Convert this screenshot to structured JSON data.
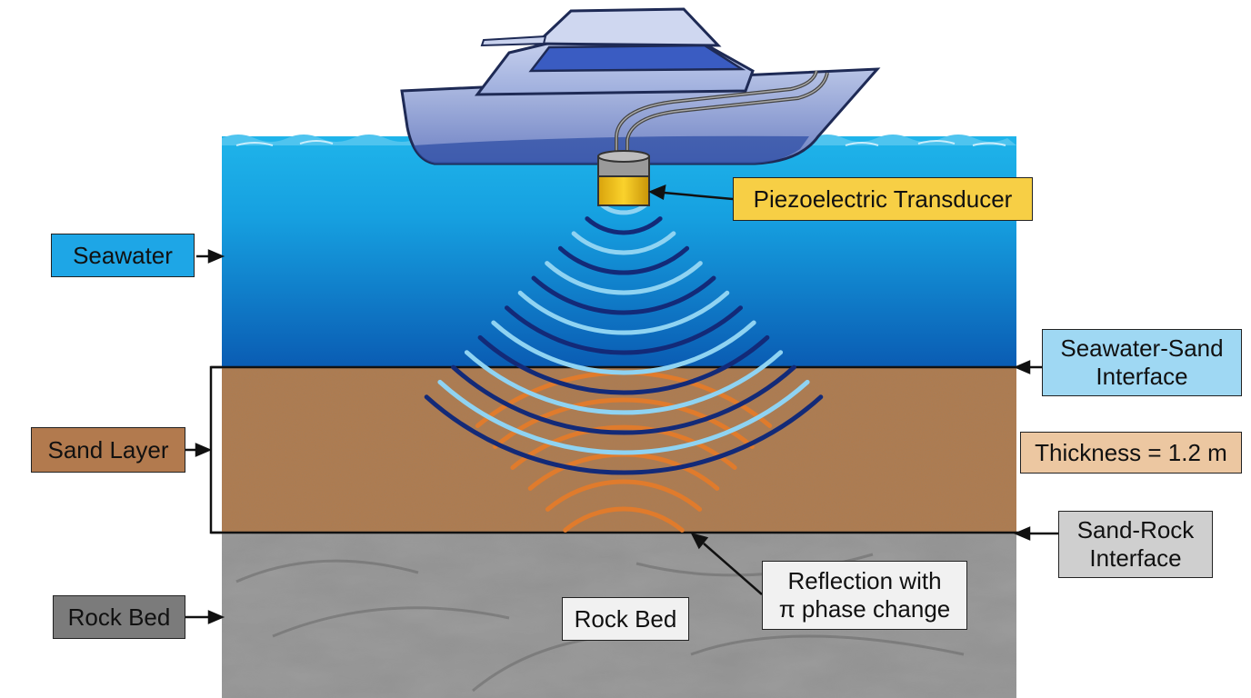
{
  "labels": {
    "seawater": "Seawater",
    "sand_layer": "Sand Layer",
    "rock_bed_side": "Rock Bed",
    "rock_bed_center": "Rock Bed",
    "transducer": "Piezoelectric Transducer",
    "seawater_sand_interface": "Seawater-Sand\nInterface",
    "thickness": "Thickness = 1.2 m",
    "sand_rock_interface": "Sand-Rock\nInterface",
    "reflection": "Reflection with\nπ phase change"
  },
  "colors": {
    "water_top": "#1fb2e8",
    "water_bottom": "#0a5fb5",
    "sand": "#b07a4d",
    "rock": "#9a9a9a",
    "wave_dark": "#132a78",
    "wave_light": "#8fd3f2",
    "reflected_wave": "#e07b2c",
    "transducer_body": "#f2c21a",
    "label_seawater": "#1ea6e6",
    "label_sand": "#b27a4e",
    "label_rock": "#7b7b7b",
    "label_transducer": "#f7cf45",
    "label_interface_water": "#9fd8f3",
    "label_thickness": "#ecc7a1",
    "label_interface_rock": "#cfcfcf",
    "label_neutral": "#f1f1f1"
  },
  "icons": [
    "boat-icon",
    "transducer-icon",
    "cable-icon"
  ]
}
